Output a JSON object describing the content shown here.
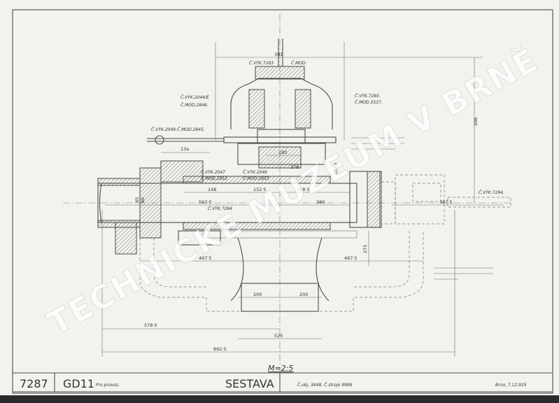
{
  "drawing": {
    "scale": "M=2:5",
    "dimensions": {
      "d391": "391",
      "d506": "506",
      "d180": "180",
      "d13a": "13a",
      "d378": "378",
      "d350": "Ø350",
      "d148": "148",
      "d152": "152·5",
      "d158": "158·5",
      "d567": "567·5",
      "d386": "386",
      "d387": "387·5",
      "d467a": "467·5",
      "d467b": "467·5",
      "d275": "275",
      "d200a": "200",
      "d200b": "200",
      "d578": "578·5",
      "d520": "520",
      "d892": "892·5",
      "d85": "85",
      "d86": "86"
    },
    "part_refs": {
      "vyk7283": "Č.VÝK.7283",
      "mod_top": "Č.MOD.",
      "vyk2044": "Č.VÝK.2044/E",
      "mod2846": "Č.MOD.2846.",
      "vyk7285": "Č.VÝK.7285.",
      "mod3537": "Č.MOD.3537.",
      "vyk2049": "Č.VÝK.2049.",
      "mod2845": "Č.MOD.2845.",
      "vyk2047": "Č.VÝK.2047",
      "mod2852": "Č.MOD.2852",
      "vyk2046": "Č.VÝK.2046",
      "mod2853": "Č.MOD.2853",
      "vyk7284": "Č.VÝK.7284",
      "vyk7294": "Č.VÝK.7294."
    }
  },
  "title_block": {
    "number": "7287",
    "type": "GD11",
    "note": "Pro provoz. ",
    "title": "SESTAVA",
    "order": "Č.obj. 3848, Č.stroje 9999",
    "place_date": "Brno, 7.12.925"
  },
  "watermark": "TECHNICKÉ MUZEUM V BRNĚ"
}
